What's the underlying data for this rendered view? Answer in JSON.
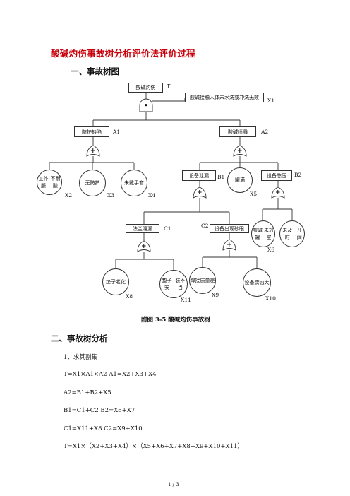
{
  "title": "酸碱灼伤事故树分析评价法评价过程",
  "section1": "一、事故树图",
  "tree": {
    "top_event": "酸碱灼伤",
    "top_symbol": "T",
    "x1_event": "酸碱接触人体未水洗或冲洗无效",
    "x1_label": "X1",
    "a1_event": "防护缺陷",
    "a1_label": "A1",
    "a2_event": "酸碱喷溅",
    "a2_label": "A2",
    "x2_event_line1": "工作服",
    "x2_event_line2": "不耐酸",
    "x2_label": "X2",
    "x3_event": "无防护",
    "x3_label": "X3",
    "x4_event_line1": "未戴",
    "x4_event_line2": "手套",
    "x4_label": "X4",
    "b1_event": "设备泄漏",
    "b1_label": "B1",
    "x5_event": "罐满",
    "x5_label": "X5",
    "b2_event": "设备憋压",
    "b2_label": "B2",
    "c1_event": "法兰泄漏",
    "c1_label": "C1",
    "c2_event": "设备出现砂眼",
    "c2_label": "C2",
    "x6_event_line1": "酸碱罐",
    "x6_event_line2": "未放空",
    "x6_label": "X6",
    "x7_event_line1": "未及时",
    "x7_event_line2": "开阀",
    "x8_event_line1": "垫子",
    "x8_event_line2": "老化",
    "x8_label": "X8",
    "x11_event_line1": "垫子安",
    "x11_event_line2": "装不当",
    "x11_label": "X11",
    "x9_event_line1": "焊接",
    "x9_event_line2": "质量差",
    "x9_label": "X9",
    "x10_event_line1": "设备",
    "x10_event_line2": "腐蚀大",
    "x10_label": "X10",
    "and_gate_symbol": "•",
    "or_gate_symbol": "+"
  },
  "caption": "附图 3-5 酸碱灼伤事故树",
  "section2": "二、事故树分析",
  "step1": "1、求其割集",
  "equations": [
    "T=X1×A1×A2     A1=X2+X3+X4",
    "A2=B1+B2+X5",
    "B1=C1+C2     B2=X6+X7",
    "C1=X11+X8     C2=X9+X10",
    "T=X1×（X2+X3+X4）×（X5+X6+X7+X8+X9+X10+X11）"
  ],
  "page_indicator": "1 / 3"
}
